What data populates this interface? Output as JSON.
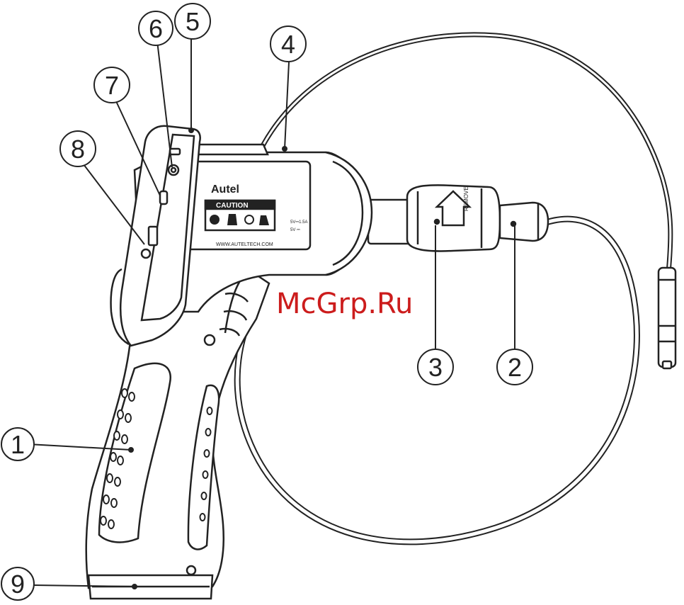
{
  "device": {
    "brand": "Autel",
    "caution": "CAUTION",
    "website": "WWW.AUTELTECH.COM",
    "rating_line1": "5V⎓1.5A",
    "rating_line2": "5V ⎓",
    "connector_text": "REMOVE"
  },
  "watermark": "McGrp.Ru",
  "callouts": [
    {
      "id": "1",
      "label": "1"
    },
    {
      "id": "2",
      "label": "2"
    },
    {
      "id": "3",
      "label": "3"
    },
    {
      "id": "4",
      "label": "4"
    },
    {
      "id": "5",
      "label": "5"
    },
    {
      "id": "6",
      "label": "6"
    },
    {
      "id": "7",
      "label": "7"
    },
    {
      "id": "8",
      "label": "8"
    },
    {
      "id": "9",
      "label": "9"
    }
  ],
  "colors": {
    "line": "#222222",
    "fill": "#ffffff",
    "shade": "#f1f1f1",
    "watermark": "#cc1c1c"
  }
}
